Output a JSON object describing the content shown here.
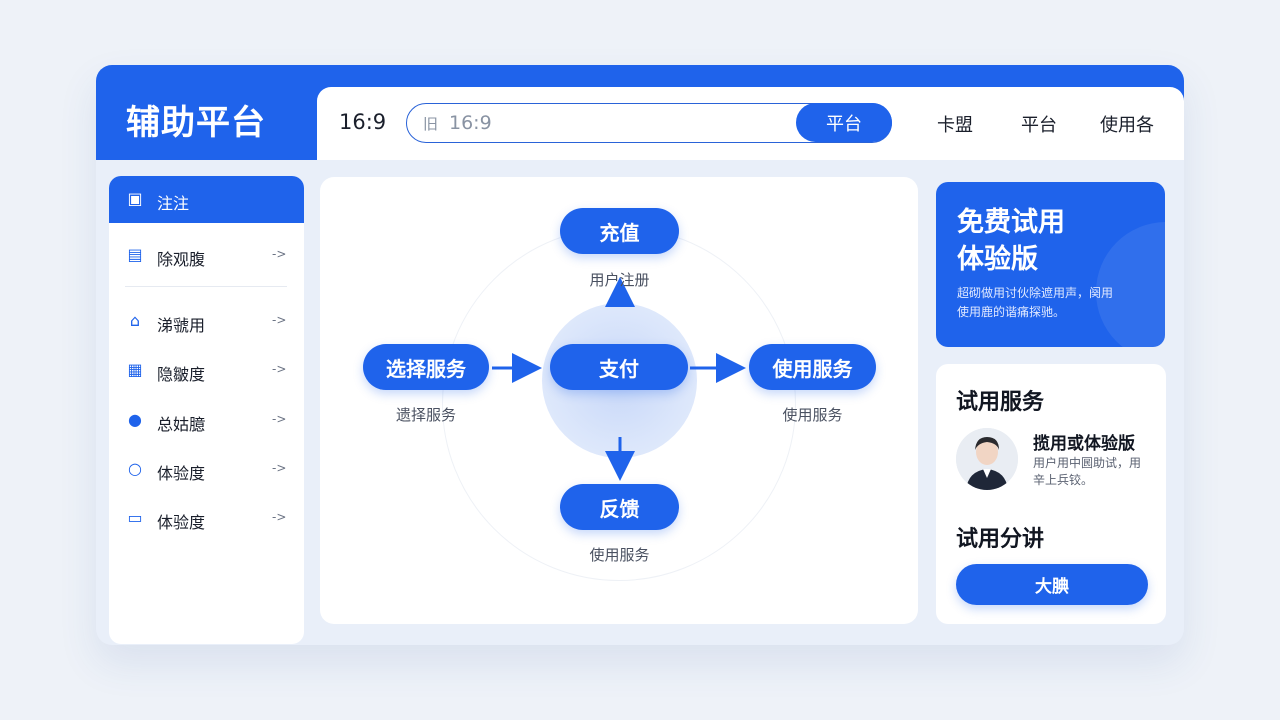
{
  "brand": "辅助平台",
  "header": {
    "ratio_label": "16:9",
    "search_icon": "旧",
    "search_value": "16:9",
    "search_button": "平台",
    "nav": [
      "卡盟",
      "平台",
      "使用各"
    ]
  },
  "sidebar": {
    "items": [
      {
        "label": "注注",
        "icon": "checklist-icon",
        "active": true
      },
      {
        "label": "除观腹",
        "icon": "calendar-icon"
      },
      {
        "label": "涕虢用",
        "icon": "home-icon"
      },
      {
        "label": "隐皺度",
        "icon": "document-icon"
      },
      {
        "label": "总姑臆",
        "icon": "location-pin-icon"
      },
      {
        "label": "体验度",
        "icon": "location-outline-icon"
      },
      {
        "label": "体验度",
        "icon": "card-icon"
      }
    ],
    "arrow": "->"
  },
  "flow": {
    "top": {
      "label": "充值",
      "caption": "用户注册"
    },
    "left": {
      "label": "选择服务",
      "caption": "遗择服务"
    },
    "center": {
      "label": "支付"
    },
    "right": {
      "label": "使用服务",
      "caption": "使用服务"
    },
    "bottom": {
      "label": "反馈",
      "caption": "使用服务"
    }
  },
  "promo": {
    "title_line1": "免费试用",
    "title_line2": "体验版",
    "desc_line1": "超砌做用讨伙除遮用声，阕用",
    "desc_line2": "使用鹿的谐痛探驰。"
  },
  "panel": {
    "title": "试用服务",
    "user_name": "揽用或体验版",
    "user_desc_line1": "用户用中囻助试，用",
    "user_desc_line2": "辛上兵铰。",
    "section_title": "试用分讲",
    "button": "大腆"
  },
  "colors": {
    "accent": "#1f63eb",
    "background": "#eef2f8"
  }
}
